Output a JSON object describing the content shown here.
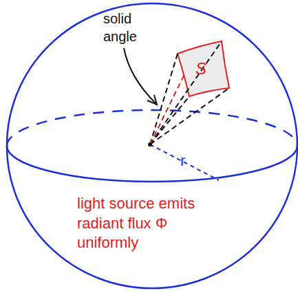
{
  "diagram": {
    "nodes": [
      {
        "text": [
          "S"
        ]
      }
    ],
    "labels": [
      "solid angle",
      "r",
      "light source emits radiant flux Φ uniformly"
    ]
  }
}
